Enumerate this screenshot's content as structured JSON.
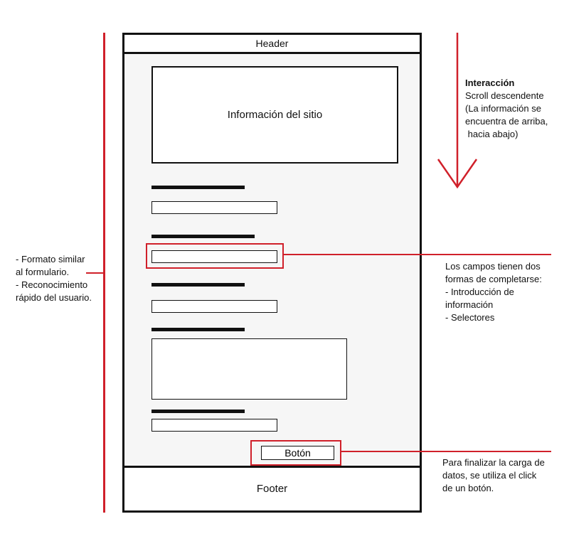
{
  "wireframe": {
    "header": "Header",
    "site_info": "Información del sitio",
    "button": "Botón",
    "footer": "Footer"
  },
  "annotations": {
    "interaction": {
      "title": "Interacción",
      "lines": [
        "Scroll descendente",
        "(La información se",
        "encuentra de arriba,",
        " hacia abajo)"
      ]
    },
    "format": {
      "lines": [
        "- Formato similar",
        "al formulario.",
        "- Reconocimiento",
        "rápido del usuario."
      ]
    },
    "fields": {
      "lines": [
        "Los campos tienen dos",
        "formas de completarse:",
        "- Introducción de",
        "información",
        "- Selectores"
      ]
    },
    "button_note": {
      "lines": [
        "Para finalizar la carga de",
        "datos, se utiliza el click",
        "de un botón."
      ]
    }
  },
  "colors": {
    "annotation": "#d0202a",
    "wireframe_stroke": "#111111",
    "content_background": "#f6f6f6"
  }
}
